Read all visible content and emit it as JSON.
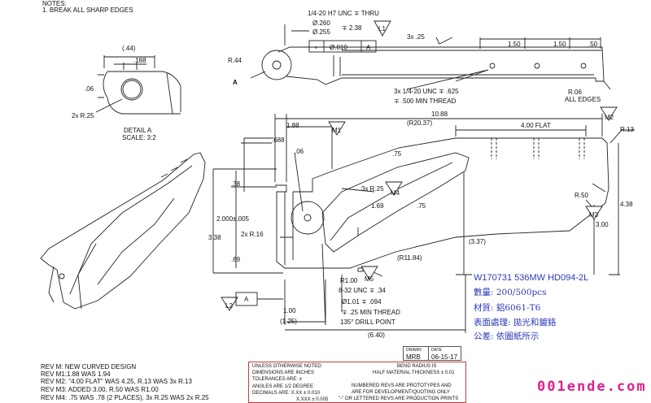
{
  "notes": {
    "header": "NOTES:",
    "line1": "1. BREAK ALL SHARP EDGES"
  },
  "detail": {
    "dim_044": "(.44)",
    "dim_188": ".188",
    "dim_06": ".06",
    "dim_2xr25": "2x R.25",
    "label": "DETAIL A",
    "scale": "SCALE: 3:2"
  },
  "top_view": {
    "r44": "R.44",
    "a_label": "A",
    "thread": "1/4-20 H7 UNC ∓ THRU",
    "dia260": "Ø.260",
    "dia255": "Ø.255",
    "depth238": "∓ 2.38",
    "l1": "L1",
    "fcf_tol": "Ø.010",
    "fcf_datum": "A",
    "x3_25": "3x .25",
    "d150a": "1.50",
    "d150b": "1.50",
    "d050": ".50",
    "holes": "3x 1/4-20 UNC ∓ .625",
    "holes2": "∓ .500 MIN THREAD",
    "r06": "R.06",
    "all_edges": "ALL EDGES"
  },
  "front_view": {
    "d1088": "10.88",
    "d188": "1.88",
    "m1": "M1",
    "r2037": "(R20.37)",
    "flat": "4.00 FLAT",
    "m2": "M2",
    "r13": "R.13",
    "d688": ".688",
    "d06": ".06",
    "d75a": ".75",
    "d38": ".38",
    "x3r25": "3x R.25",
    "m4": "M4",
    "d2000": "2.000±.005",
    "d169": "1.69",
    "d75b": ".75",
    "r50": "R.50",
    "d438": "4.38",
    "m3": "M3",
    "d300": "3.00",
    "d338": "3.38",
    "x2r16": "2x R.16",
    "d337": "(3.37)",
    "d69": ".69",
    "r1184": "(R11.84)",
    "r100": "R1.00",
    "m5": "M5",
    "tap832": "8-32 UNC ∓ .34",
    "dia101": "Ø1.01 ∓ .094",
    "min_thread": "∓ .25 MIN THREAD",
    "drill": "135° DRILL POINT",
    "l2": "L2",
    "a_datum": "A",
    "d100": "1.00",
    "d125": "(1.25)",
    "d640": "(6.40)"
  },
  "part_info": {
    "part_no": "W170731 536MW HD094-2L",
    "qty": "數量: 200/500pcs",
    "material": "材質: 鋁6061-T6",
    "finish": "表面處理: 拋光和鍍鉻",
    "tolerance": "公差: 依圖紙所示"
  },
  "revisions": [
    "REV M: NEW CURVED DESIGN",
    "REV M1:1.88 WAS 1.94",
    "REV M2: \"4.00 FLAT\" WAS 4.25, R.13 WAS 3x R.13",
    "REV M3: ADDED 3.00, R.50 WAS R1.00",
    "REV M4: .75 WAS .78 (2 PLACES), 3x R.25 WAS 2x R.25"
  ],
  "drawn": {
    "drawn_label": "DRAWN",
    "date_label": "DATE",
    "by": "MRB",
    "date": "06-15-17"
  },
  "title_block": {
    "l1": "UNLESS OTHERWISE NOTED:",
    "l2": "DIMENSIONS ARE INCHES",
    "l3": "TOLERANCES ARE:  ±",
    "l4": "ANGLES ARE 1/2 DEGREE",
    "l5": "DECIMALS ARE:  X.XX ± 0.010",
    "l6": "X.XXX ± 0.005",
    "r1": "BEND RADIUS IS",
    "r2": "HALF MATERIAL THICKNESS  ± 0.01",
    "r3": "NUMBERED REVS ARE PROTOTYPES AND",
    "r4": "ARE FOR DEVELOPMENT/QUOTING ONLY",
    "r5": "\"-\" OR LETTERED REVS ARE PRODUCTION PRINTS"
  },
  "watermark": "001ende.com"
}
